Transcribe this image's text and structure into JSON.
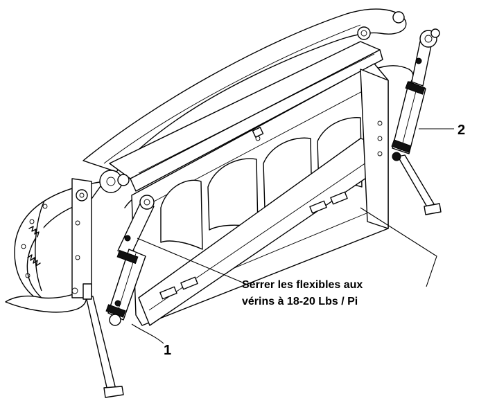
{
  "callouts": {
    "item_1": "1",
    "item_2": "2"
  },
  "note": {
    "line1": "Serrer les flexibles aux",
    "line2": "vérins à 18-20 Lbs / Pi"
  }
}
